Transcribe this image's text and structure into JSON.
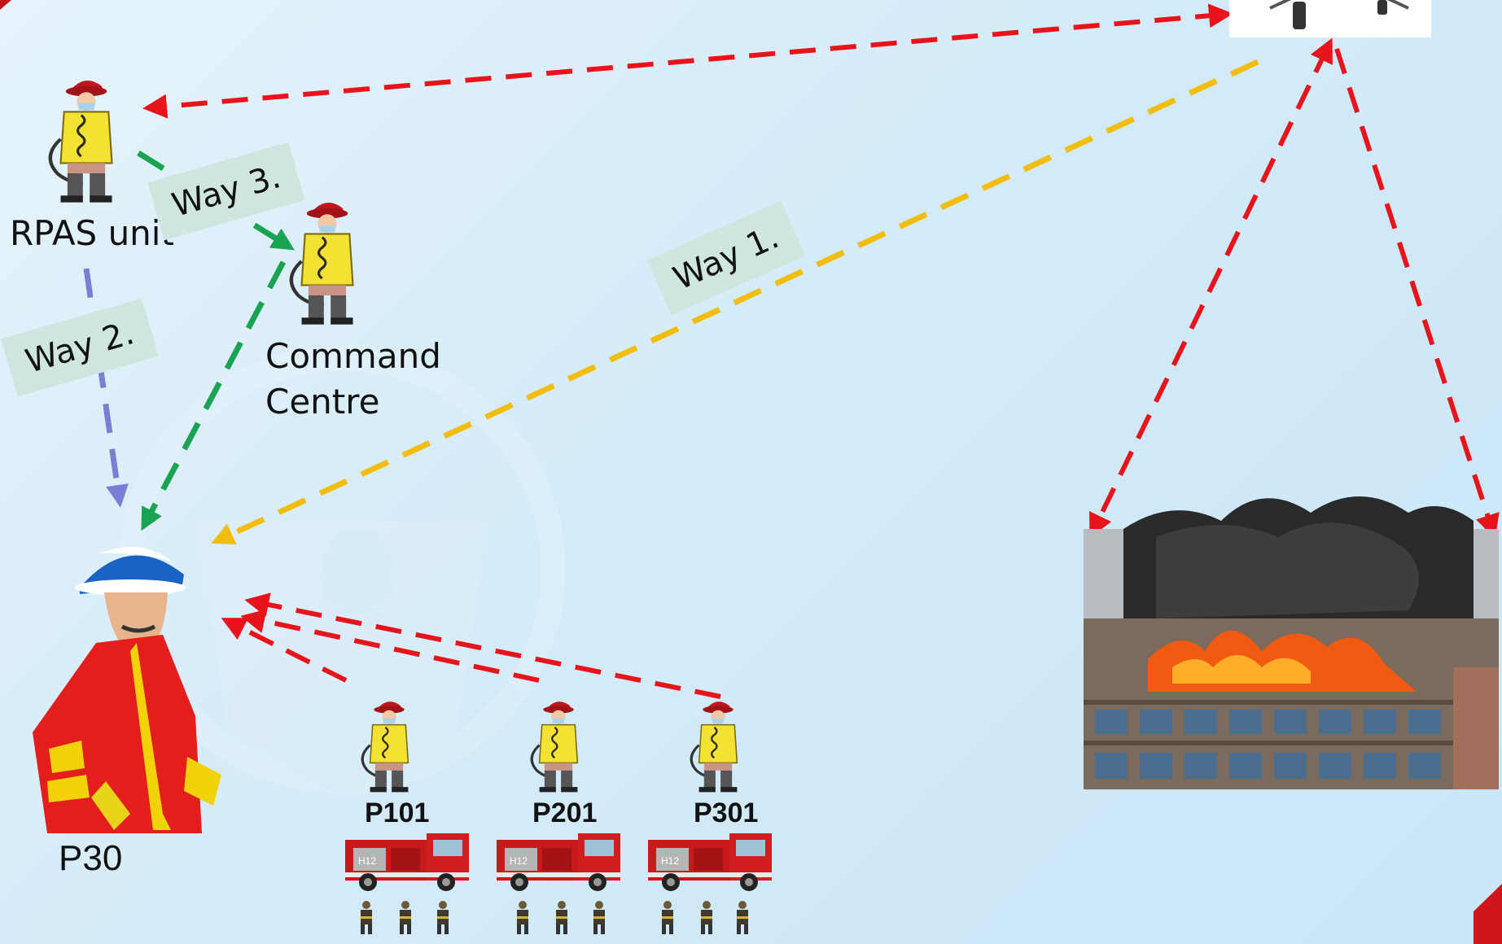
{
  "nodes": {
    "rpas_unit": "RPAS unit",
    "command_centre_line1": "Command",
    "command_centre_line2": "Centre",
    "commander": "P30",
    "units": [
      "P101",
      "P201",
      "P301"
    ]
  },
  "ways": {
    "way1": "Way 1.",
    "way2": "Way 2.",
    "way3": "Way 3."
  },
  "colors": {
    "drone_link": "#e8141b",
    "way1": "#f2bd0d",
    "way2": "#7a7fd6",
    "way3": "#1aa352",
    "way_box": "#cfe6df"
  }
}
